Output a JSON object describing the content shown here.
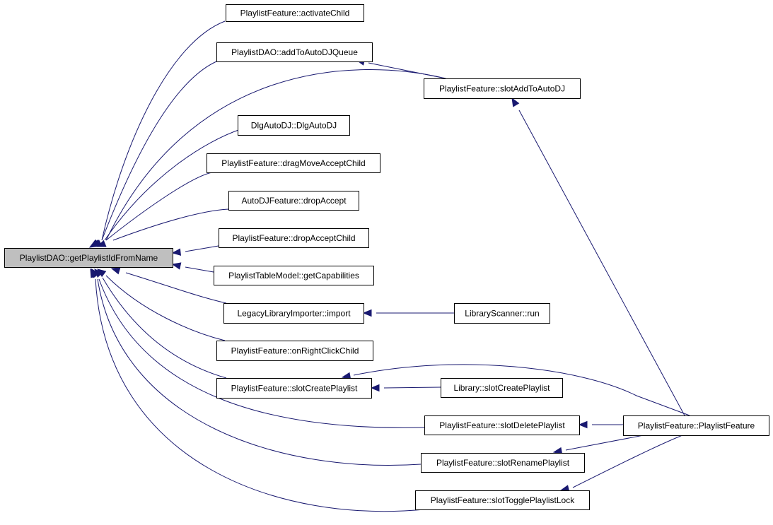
{
  "diagram": {
    "colors": {
      "edge": "#191970",
      "focus_fill": "#bfbfbf",
      "node_fill": "#ffffff",
      "border": "#000000"
    },
    "nodes": [
      {
        "id": "n0",
        "label": "PlaylistDAO::getPlaylistIdFromName",
        "focus": true
      },
      {
        "id": "n1",
        "label": "PlaylistFeature::activateChild"
      },
      {
        "id": "n2",
        "label": "PlaylistDAO::addToAutoDJQueue"
      },
      {
        "id": "n3",
        "label": "PlaylistFeature::slotAddToAutoDJ"
      },
      {
        "id": "n4",
        "label": "DlgAutoDJ::DlgAutoDJ"
      },
      {
        "id": "n5",
        "label": "PlaylistFeature::dragMoveAcceptChild"
      },
      {
        "id": "n6",
        "label": "AutoDJFeature::dropAccept"
      },
      {
        "id": "n7",
        "label": "PlaylistFeature::dropAcceptChild"
      },
      {
        "id": "n8",
        "label": "PlaylistTableModel::getCapabilities"
      },
      {
        "id": "n9",
        "label": "LegacyLibraryImporter::import"
      },
      {
        "id": "n10",
        "label": "LibraryScanner::run"
      },
      {
        "id": "n11",
        "label": "PlaylistFeature::onRightClickChild"
      },
      {
        "id": "n12",
        "label": "PlaylistFeature::slotCreatePlaylist"
      },
      {
        "id": "n13",
        "label": "Library::slotCreatePlaylist"
      },
      {
        "id": "n14",
        "label": "PlaylistFeature::slotDeletePlaylist"
      },
      {
        "id": "n15",
        "label": "PlaylistFeature::PlaylistFeature"
      },
      {
        "id": "n16",
        "label": "PlaylistFeature::slotRenamePlaylist"
      },
      {
        "id": "n17",
        "label": "PlaylistFeature::slotTogglePlaylistLock"
      }
    ],
    "edges": [
      {
        "from": "n1",
        "to": "n0"
      },
      {
        "from": "n2",
        "to": "n0"
      },
      {
        "from": "n3",
        "to": "n0"
      },
      {
        "from": "n4",
        "to": "n0"
      },
      {
        "from": "n5",
        "to": "n0"
      },
      {
        "from": "n6",
        "to": "n0"
      },
      {
        "from": "n7",
        "to": "n0"
      },
      {
        "from": "n8",
        "to": "n0"
      },
      {
        "from": "n9",
        "to": "n0"
      },
      {
        "from": "n11",
        "to": "n0"
      },
      {
        "from": "n12",
        "to": "n0"
      },
      {
        "from": "n14",
        "to": "n0"
      },
      {
        "from": "n16",
        "to": "n0"
      },
      {
        "from": "n17",
        "to": "n0"
      },
      {
        "from": "n3",
        "to": "n2"
      },
      {
        "from": "n15",
        "to": "n3"
      },
      {
        "from": "n10",
        "to": "n9"
      },
      {
        "from": "n13",
        "to": "n12"
      },
      {
        "from": "n15",
        "to": "n12"
      },
      {
        "from": "n15",
        "to": "n14"
      },
      {
        "from": "n15",
        "to": "n16"
      },
      {
        "from": "n15",
        "to": "n17"
      }
    ]
  }
}
